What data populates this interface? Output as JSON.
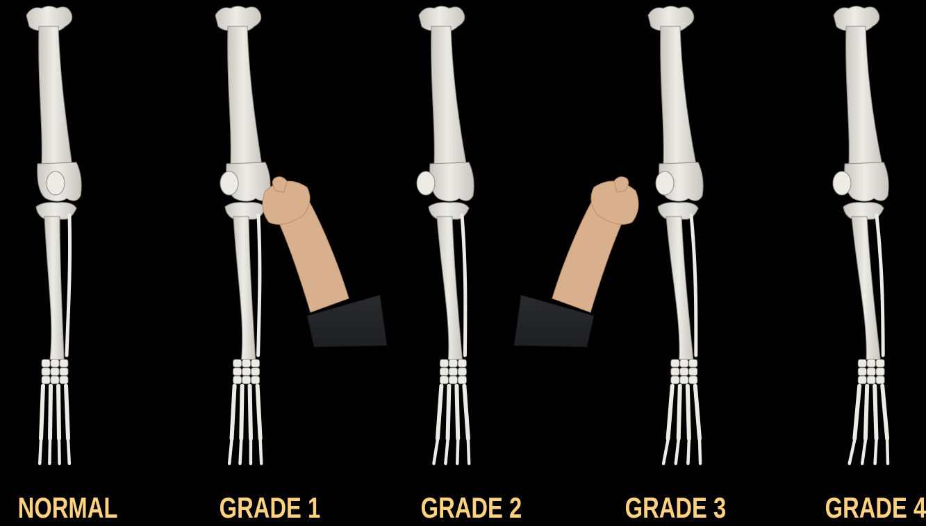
{
  "colors": {
    "background": "#000000",
    "bone": "#ecebe6",
    "bone_shade": "#c9c6bf",
    "bone_outline": "#8e8a83",
    "label": "#ffd27f",
    "skin": "#d9b08e",
    "skin_shade": "#b88b67",
    "sleeve": "#1e1f22"
  },
  "panels": [
    {
      "label": "NORMAL",
      "grade": 0,
      "patella": "centered",
      "hand": "none"
    },
    {
      "label": "GRADE 1",
      "grade": 1,
      "patella": "pushed-medial",
      "hand": "right"
    },
    {
      "label": "GRADE 2",
      "grade": 2,
      "patella": "medial",
      "hand": "none"
    },
    {
      "label": "GRADE 3",
      "grade": 3,
      "patella": "medial",
      "hand": "left"
    },
    {
      "label": "GRADE 4",
      "grade": 4,
      "patella": "medial",
      "hand": "none"
    }
  ]
}
